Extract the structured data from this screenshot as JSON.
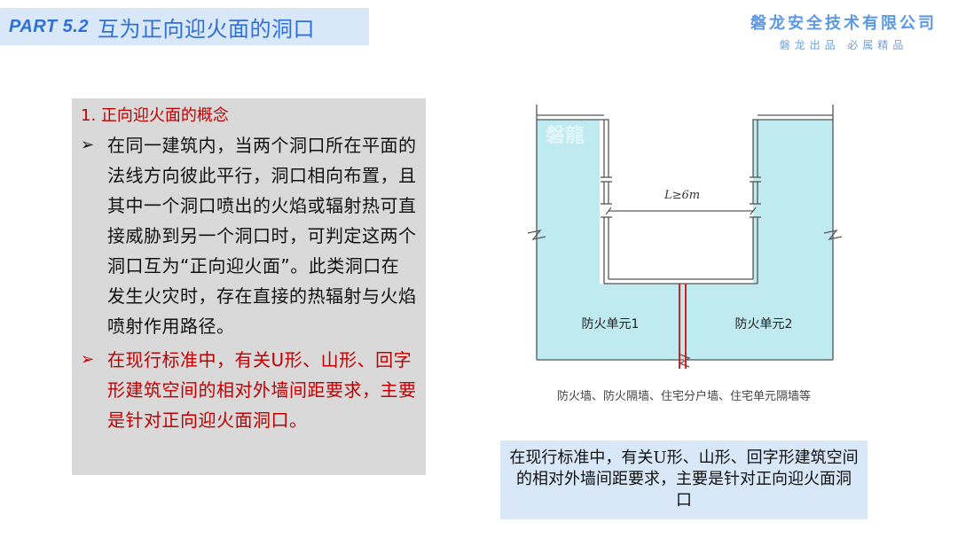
{
  "header": {
    "part": "PART 5.2",
    "title": "互为正向迎火面的洞口",
    "brand_name": "磐龙安全技术有限公司",
    "brand_slogan": "磐龙出品 必属精品"
  },
  "content": {
    "heading": "1.  正向迎火面的概念",
    "bullet_1": "在同一建筑内，当两个洞口所在平面的法线方向彼此平行，洞口相向布置，且其中一个洞口喷出的火焰或辐射热可直接威胁到另一个洞口时，可判定这两个洞口互为“正向迎火面”。此类洞口在发生火灾时，存在直接的热辐射与火焰喷射作用路径。",
    "bullet_2": "在现行标准中，有关U形、山形、回字形建筑空间的相对外墙间距要求，主要是针对正向迎火面洞口。"
  },
  "diagram": {
    "watermark": "磐龍",
    "distance_label": "L≥6m",
    "unit_left": "防火单元1",
    "unit_right": "防火单元2",
    "legend": "防火墙、防火隔墙、住宅分户墙、住宅单元隔墙等"
  },
  "caption": {
    "text": "在现行标准中，有关U形、山形、回字形建筑空间的相对外墙间距要求，主要是针对正向迎火面洞口"
  },
  "colors": {
    "accent_blue": "#2f6fd8",
    "title_bg": "#d9e8f8",
    "red": "#c00000",
    "diagram_fill": "#bfeaf0"
  }
}
